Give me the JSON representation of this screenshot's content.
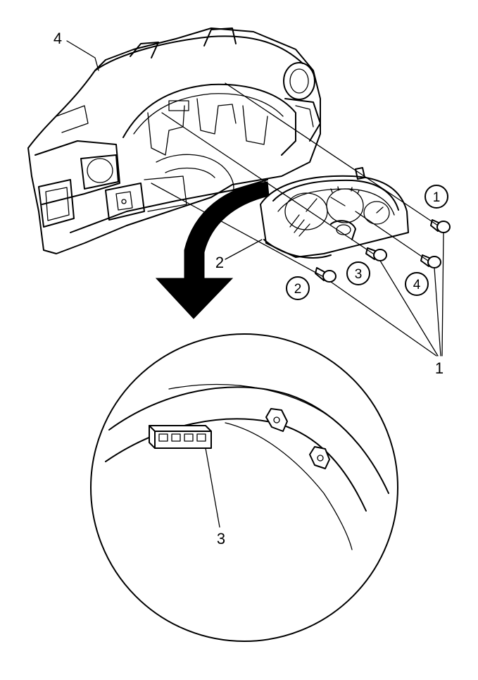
{
  "callouts": {
    "instrument_panel": "4",
    "cluster": "2",
    "screws": "1",
    "detail_connector": "3"
  },
  "sequence": [
    "1",
    "2",
    "3",
    "4"
  ]
}
